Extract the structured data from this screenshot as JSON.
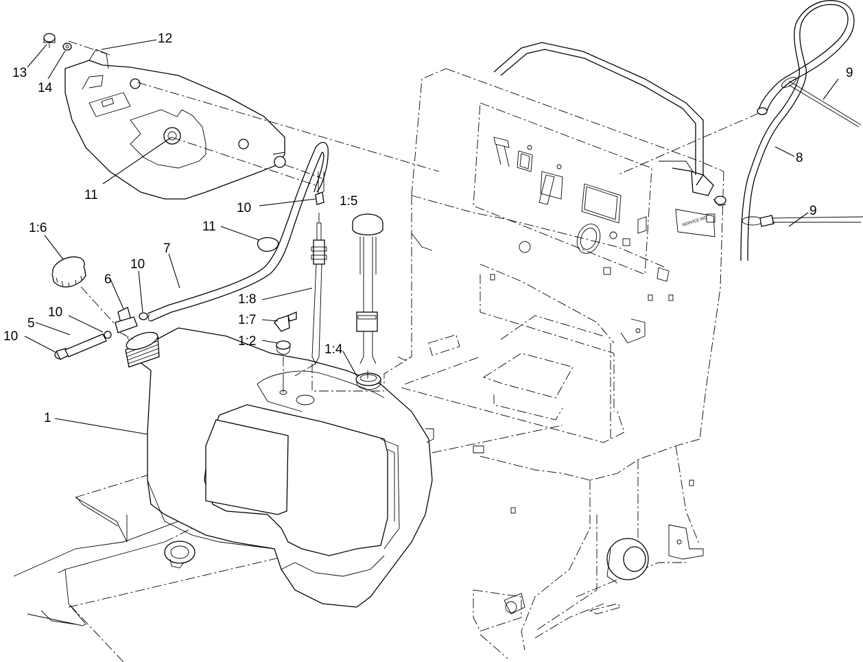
{
  "callouts": [
    {
      "id": "c12",
      "label": "12"
    },
    {
      "id": "c13",
      "label": "13"
    },
    {
      "id": "c14",
      "label": "14"
    },
    {
      "id": "c11a",
      "label": "11"
    },
    {
      "id": "c10a",
      "label": "10"
    },
    {
      "id": "c15",
      "label": "1:5"
    },
    {
      "id": "c11b",
      "label": "11"
    },
    {
      "id": "c16",
      "label": "1:6"
    },
    {
      "id": "c7",
      "label": "7"
    },
    {
      "id": "c6",
      "label": "6"
    },
    {
      "id": "c10b",
      "label": "10"
    },
    {
      "id": "c10c",
      "label": "10"
    },
    {
      "id": "c5",
      "label": "5"
    },
    {
      "id": "c10d",
      "label": "10"
    },
    {
      "id": "c18",
      "label": "1:8"
    },
    {
      "id": "c17",
      "label": "1:7"
    },
    {
      "id": "c12b",
      "label": "1:2"
    },
    {
      "id": "c14b",
      "label": "1:4"
    },
    {
      "id": "c1",
      "label": "1"
    },
    {
      "id": "c9a",
      "label": "9"
    },
    {
      "id": "c8",
      "label": "8"
    },
    {
      "id": "c9b",
      "label": "9"
    }
  ],
  "panel_text": {
    "service": "SERVICE AID"
  }
}
